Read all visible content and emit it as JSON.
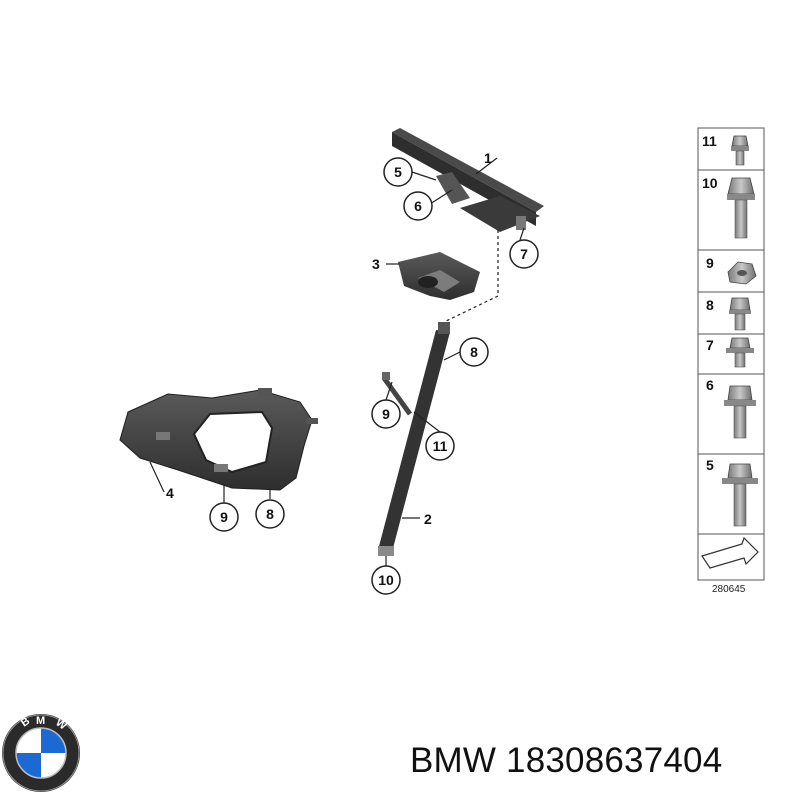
{
  "diagram": {
    "callouts": {
      "c1": "1",
      "c2": "2",
      "c3": "3",
      "c4": "4",
      "c5": "5",
      "c6": "6",
      "c7": "7",
      "c8a": "8",
      "c8b": "8",
      "c9a": "9",
      "c9b": "9",
      "c10": "10",
      "c11": "11"
    },
    "legend": [
      "11",
      "10",
      "9",
      "8",
      "7",
      "6",
      "5"
    ],
    "reference_number": "280645"
  },
  "brand": {
    "logo_letters": "BMW",
    "part_label": "BMW 18308637404"
  },
  "colors": {
    "part_dark": "#3a3a3a",
    "part_mid": "#6b6b6b",
    "fastener": "#9a9a9a",
    "logo_blue": "#1c69d4",
    "logo_ring": "#1a1a1a"
  }
}
